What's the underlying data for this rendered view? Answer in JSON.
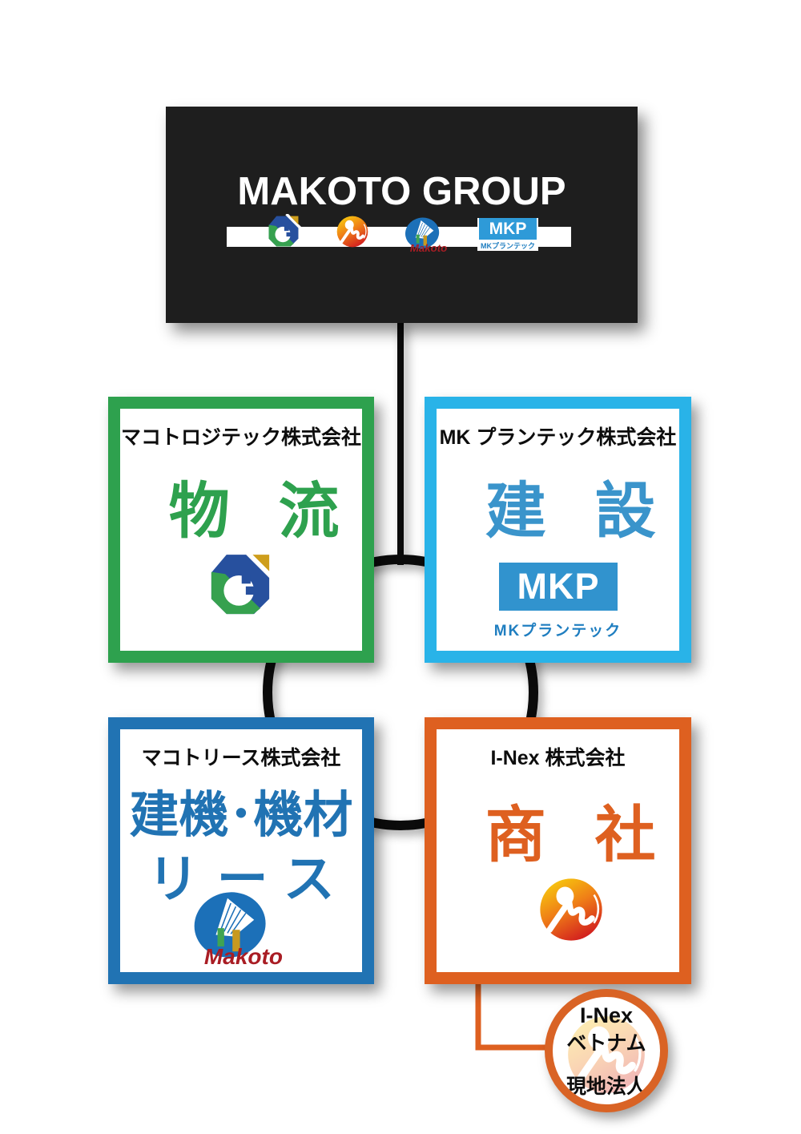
{
  "group": {
    "title": "MAKOTO GROUP"
  },
  "companies": [
    {
      "id": "logistics",
      "name": "マコトロジテック株式会社",
      "business": "物流"
    },
    {
      "id": "construction",
      "name": "MK プランテック株式会社",
      "business": "建設",
      "logo_label": "MKP",
      "logo_subtitle": "MKプランテック"
    },
    {
      "id": "lease",
      "name": "マコトリース株式会社",
      "business_line1": "建機･機材",
      "business_line2": "リース",
      "logo_text": "Makoto"
    },
    {
      "id": "trading",
      "name": "I-Nex 株式会社",
      "business": "商社"
    }
  ],
  "subsidiary": {
    "name_line1": "I-Nex",
    "name_line2": "ベトナム",
    "name_line3": "現地法人"
  },
  "icons": {
    "logitech_mark": "octagon-g-mark-icon",
    "inex_mark": "gradient-circle-figure-icon",
    "lease_mark": "blue-oval-pages-icon",
    "mkp_mark": "mkp-square-badge-icon"
  },
  "colors": {
    "group_box_bg": "#1E1E1E",
    "logistics_green": "#2EA14E",
    "construction_cyan": "#29B3E8",
    "construction_text_blue": "#3A94CB",
    "mkp_badge_blue": "#3193CE",
    "mkp_subtitle_blue": "#1F7EC0",
    "lease_blue": "#2173B3",
    "trading_orange": "#DE6020",
    "subsidiary_border_orange": "#D96325",
    "makoto_logo_red": "#A91D24",
    "logo_gold": "#CE9E1C",
    "logo_navy": "#27509E",
    "connector_black": "#0B0B0B"
  }
}
